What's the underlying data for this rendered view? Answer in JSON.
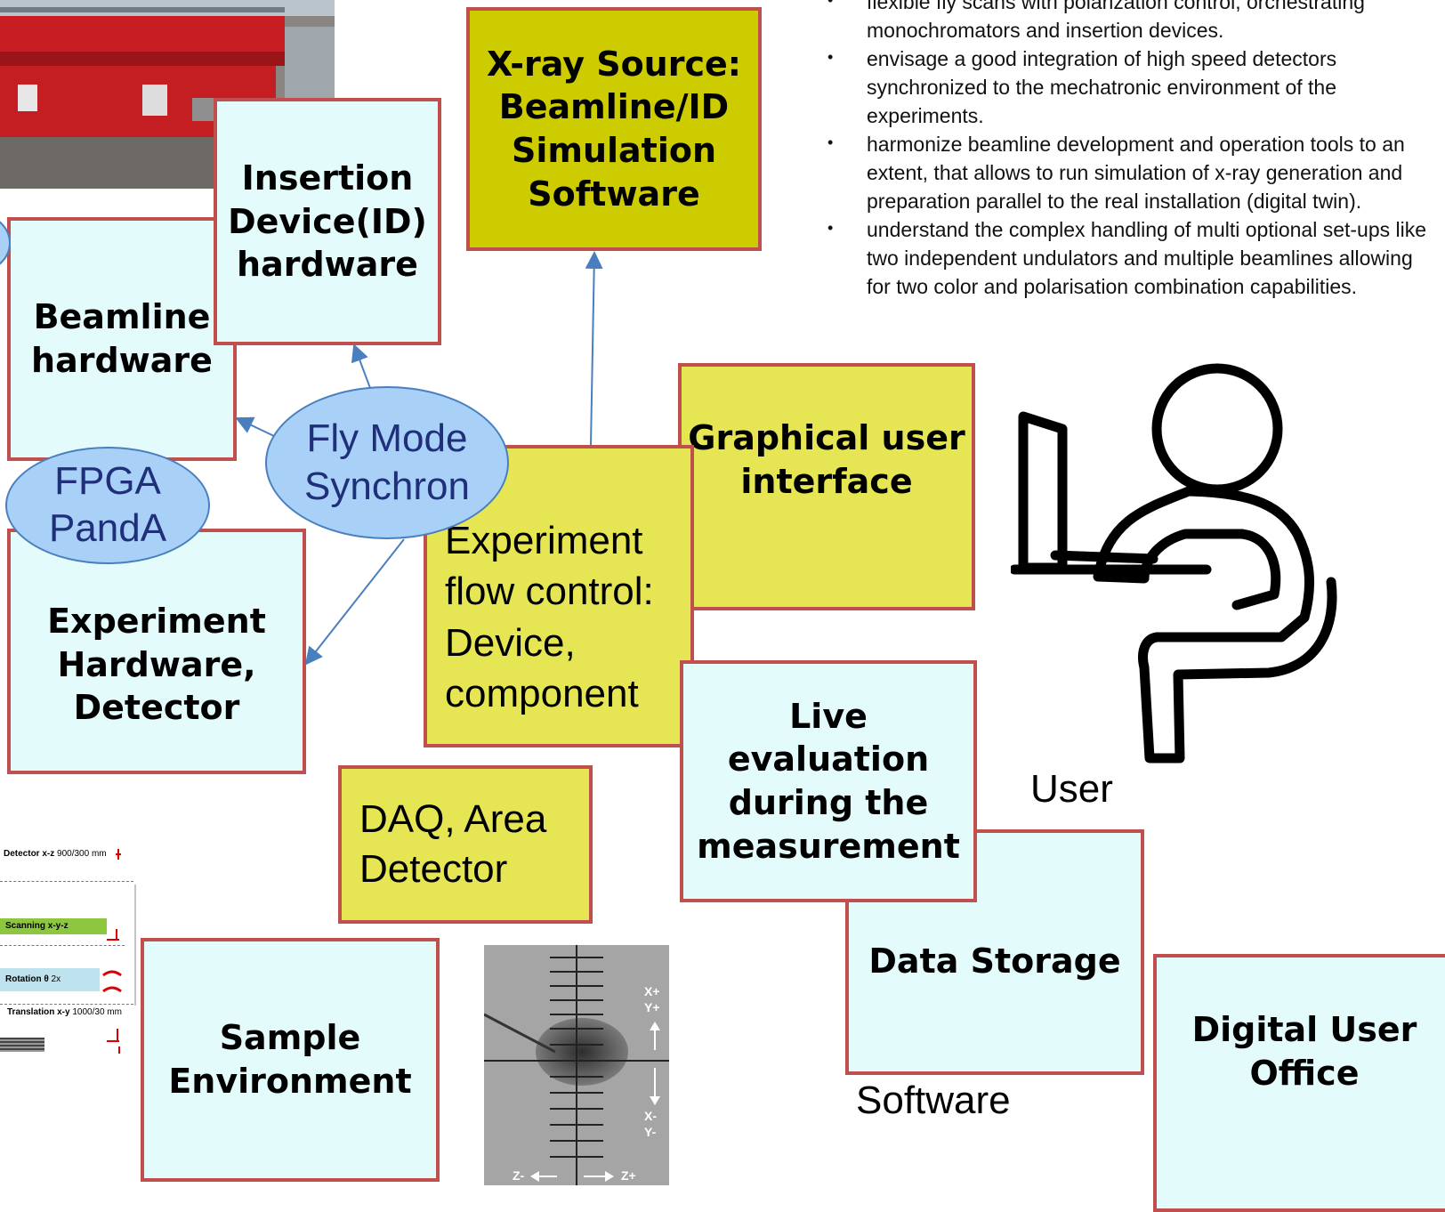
{
  "bullets": [
    "flexible fly scans with polarization control, orchestrating monochromators and insertion devices.",
    "envisage a good integration of high speed detectors synchronized to the mechatronic environment of the experiments.",
    "harmonize beamline development and operation tools to an extent, that allows to run simulation of x-ray generation and preparation parallel to the real installation (digital twin).",
    "understand the complex handling of multi optional set-ups like two independent undulators and multiple beamlines allowing for two color and polarisation combination capabilities."
  ],
  "boxes": {
    "xray_source": [
      "X-ray Source:",
      "Beamline/ID",
      "Simulation",
      "Software"
    ],
    "insertion_device": [
      "Insertion",
      "Device(ID)",
      "hardware"
    ],
    "beamline_hw": [
      "Beamline",
      "hardware"
    ],
    "experiment_hw": [
      "Experiment",
      "Hardware,",
      "Detector"
    ],
    "flow_control": [
      "Experiment",
      "flow control:",
      "Device,",
      "component"
    ],
    "gui": [
      "Graphical user",
      "interface"
    ],
    "live_eval": [
      "Live",
      "evaluation",
      "during the",
      "measurement"
    ],
    "daq": [
      "DAQ, Area",
      "Detector"
    ],
    "data_storage": [
      "Data Storage"
    ],
    "sample_env": [
      "Sample",
      "Environment"
    ],
    "digital_office": [
      "Digital User",
      "Office"
    ]
  },
  "ellipses": {
    "fly_mode": [
      "Fly Mode",
      "Synchron"
    ],
    "fpga": [
      "FPGA",
      "PandA"
    ]
  },
  "labels": {
    "user": "User",
    "software": "Software"
  },
  "stage_labels": {
    "detector": "Detector x-z",
    "detector_range": "900/300 mm",
    "scanning": "Scanning x-y-z",
    "rotation": "Rotation θ",
    "rotation_count": "2x",
    "translation": "Translation x-y",
    "translation_range": "1000/30 mm"
  },
  "micrograph_labels": {
    "x_plus": "X+",
    "y_plus": "Y+",
    "x_minus": "X-",
    "y_minus": "Y-",
    "z_minus": "Z-",
    "z_plus": "Z+"
  },
  "colors": {
    "border": "#c0504d",
    "cyan_fill": "#e4fbfc",
    "yellow_fill": "#e6e655",
    "olive_fill": "#cccc00",
    "ellipse_fill": "#a9d1f7",
    "arrow": "#4a7fbf"
  }
}
